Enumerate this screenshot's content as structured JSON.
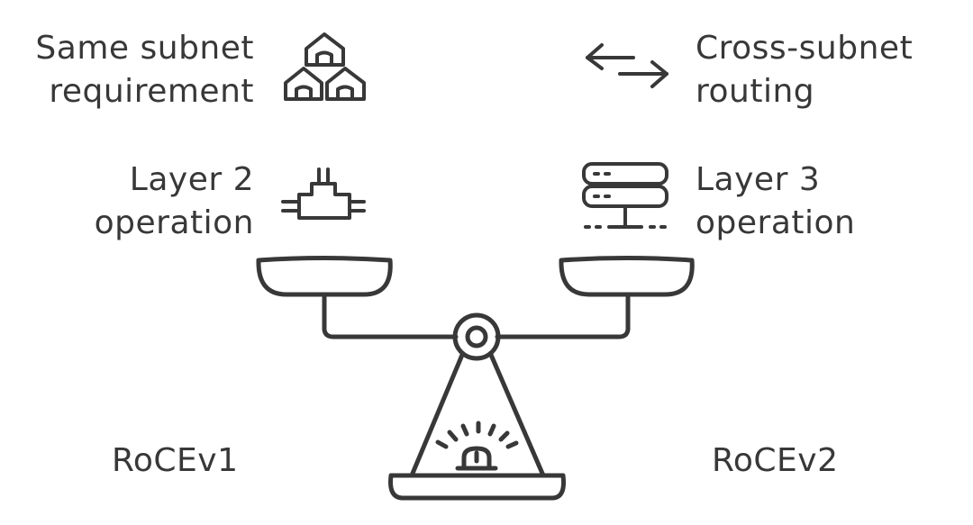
{
  "left": {
    "features": [
      {
        "line1": "Same subnet",
        "line2": "requirement",
        "icon": "houses-icon"
      },
      {
        "line1": "Layer 2",
        "line2": "operation",
        "icon": "network-switch-icon"
      }
    ],
    "label": "RoCEv1"
  },
  "right": {
    "features": [
      {
        "line1": "Cross-subnet",
        "line2": "routing",
        "icon": "exchange-arrows-icon"
      },
      {
        "line1": "Layer 3",
        "line2": "operation",
        "icon": "server-stack-icon"
      }
    ],
    "label": "RoCEv2"
  },
  "colors": {
    "stroke": "#383838",
    "background": "#ffffff"
  }
}
